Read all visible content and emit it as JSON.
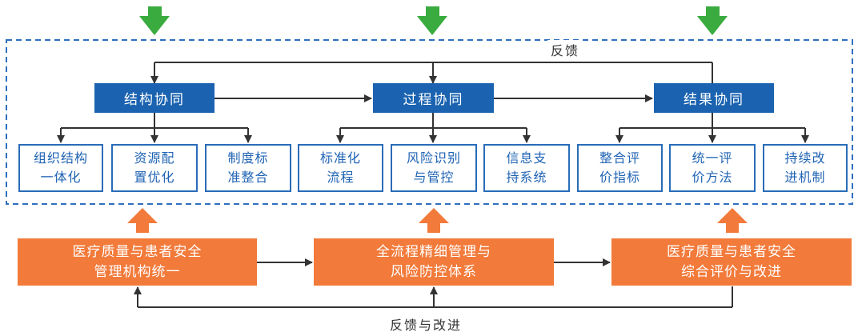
{
  "colors": {
    "blue": "#1b63b0",
    "sub_border": "#2a6cb8",
    "sub_text": "#1f63b3",
    "orange": "#f27a3a",
    "green": "#3aab3e",
    "dashed": "#2f6fbf",
    "arrow": "#333333"
  },
  "feedback_top": "反馈",
  "feedback_bottom": "反馈与改进",
  "main_nodes": [
    "结构协同",
    "过程协同",
    "结果协同"
  ],
  "sub_nodes": [
    "组织结构\n一体化",
    "资源配\n置优化",
    "制度标\n准整合",
    "标准化\n流程",
    "风险识别\n与管控",
    "信息支\n持系统",
    "整合评\n价指标",
    "统一评\n价方法",
    "持续改\n进机制"
  ],
  "foundation": [
    "医疗质量与患者安全\n管理机构统一",
    "全流程精细管理与\n风险防控体系",
    "医疗质量与患者安全\n综合评价与改进"
  ]
}
